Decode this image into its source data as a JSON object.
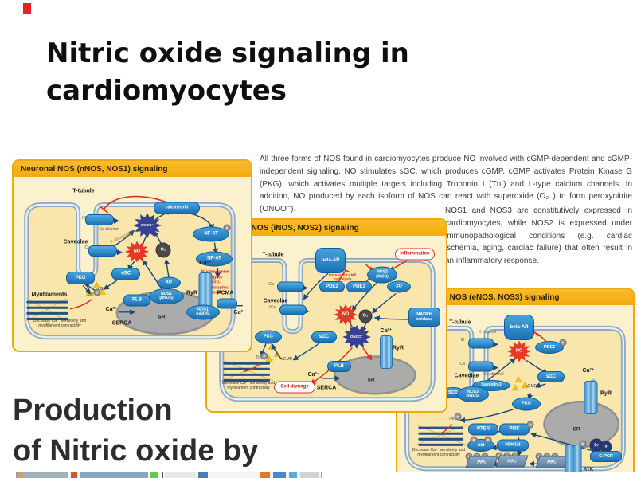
{
  "slide": {
    "title": "Nitric oxide signaling in\ncardiomyocytes",
    "footer": "Production\nof Nitric oxide by"
  },
  "description": {
    "part1": "All three forms of NOS found in cardiomyocytes produce NO involved with cGMP-dependent and cGMP-independent signaling. NO stimulates sGC, which produces cGMP. cGMP activates Protein Kinase G (PKG), which activates multiple targets including Troponin I (TnI) and L-type calcium channels. In addition, NO produced by each isoform of NOS can react with superoxide (O₂⁻) to form peroxynitrite (ONOO⁻).",
    "part2": "NOS1 and NOS3 are constitutively expressed in cardiomyocytes, while NOS2 is expressed under immunopathological conditions (e.g. cardiac ischemia, aging, cardiac failure) that often result in an inflammatory response."
  },
  "glyphs": {
    "p": "P"
  },
  "colors": {
    "accent_red_bar": "#ee1c25",
    "panel_header_bg": "#F5B317",
    "panel_bg": "#FCF1CD",
    "cell_fill": "#F9E6AC",
    "node_blue": "#1B7EC3",
    "arrow_navy": "#1D4779",
    "alert_red": "#D93025",
    "starburst_red": "#E23A24",
    "starburst_navy": "#37418F",
    "sr_gray": "#ABABAB",
    "cgmp_yellow": "#F2C31B"
  },
  "panel1": {
    "title": "Neuronal NOS (nNOS, NOS1) signaling",
    "labels": {
      "t_tubule": "T-tubule",
      "ica": "ICa",
      "ca_channel": "Ca channel",
      "caveolae": "Caveolae",
      "s_nitro": "S-nitrosylation",
      "calcineurin": "calcineurin",
      "onoo": "ONOO⁻",
      "no": "NO",
      "o2": "O₂",
      "nfat": "NF-AT",
      "nuclear": "Nuclear gene targets\n(anti-hypertrophic genes)",
      "pkg": "PKG",
      "sgc": "sGC",
      "cgmp": "cGMP",
      "myofilaments": "Myofilaments",
      "tni": "TnI",
      "decrease": "Decrease Ca²⁺ sensitivity and\nmyofilament contractility",
      "plb": "PLB",
      "ca2": "Ca²⁺",
      "serca": "SERCA",
      "sr": "SR",
      "xo": "XO",
      "nos1": "NOS1\n(nNOS)",
      "ryr": "RyR",
      "pcma": "PCMA"
    }
  },
  "panel2": {
    "title": "Inducible NOS (iNOS, NOS2) signaling",
    "labels": {
      "t_tubule": "T-tubule",
      "beta_ar": "beta-AR",
      "inflammation": "Inflammation",
      "nos2": "NOS2\n(iNOS)",
      "increased": "Increased cAMP\nhydrolysis",
      "pde2": "PDE2",
      "pde3": "PDE3",
      "xo": "XO",
      "ica": "ICa",
      "caveolae": "Caveolae",
      "nadph": "NADPH\noxidase",
      "no": "NO",
      "o2": "O₂",
      "onoo": "ONOO⁻",
      "ca2": "Ca²⁺",
      "ryr": "RyR",
      "pkg": "PKG",
      "tni": "TnI",
      "cgmp": "cGMP",
      "sgc": "sGC",
      "plb": "PLB",
      "serca": "SERCA",
      "sr": "SR",
      "cell_damage": "Cell damage",
      "decrease": "Decrease Ca²⁺ sensitivity and\nmyofilament contractility"
    }
  },
  "panel3": {
    "title": "Endothelial NOS (eNOS, NOS3) signaling",
    "labels": {
      "t_tubule": "T-tubule",
      "k_channel": "K channel",
      "ik": "IK",
      "beta_ar": "beta-AR",
      "no": "NO",
      "pde5": "PDE5",
      "ica": "ICa",
      "caveolae": "Caveolae",
      "ca_channel": "Ca channel",
      "sgc": "sGC",
      "ca2": "Ca²⁺",
      "caveolin3": "Caveolin-3",
      "sod": "SOD",
      "nos3": "NOS3\n(eNOS)",
      "cgmp": "cGMP",
      "pkg": "PKG",
      "ryr": "RyR",
      "sr": "SR",
      "tni": "TnI",
      "pten": "PTEN",
      "pi3k": "PI3K",
      "akt": "Akt",
      "pdk12": "PDK1/2",
      "pip3": "PIP₃",
      "rtk": "RTK",
      "gpcr": "G-PCR",
      "beta_gamma": "βγ",
      "alpha": "α",
      "decrease": "Decrease Ca²⁺ sensitivity and\nmyofilament contractility"
    }
  }
}
